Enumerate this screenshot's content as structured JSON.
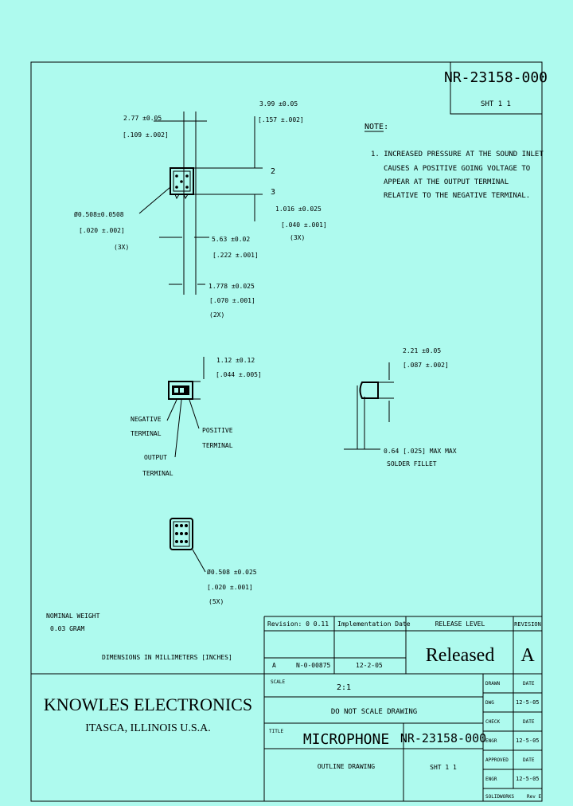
{
  "drawing_number": "NR-23158-000",
  "sheet": "SHT 1 1",
  "notes": {
    "heading": "NOTE:",
    "lines": [
      "1. INCREASED PRESSURE AT THE SOUND INLET",
      "CAUSES A POSITIVE GOING VOLTAGE TO",
      "APPEAR AT THE OUTPUT TERMINAL",
      "RELATIVE TO THE NEGATIVE TERMINAL."
    ]
  },
  "dimensions": {
    "width_top": [
      "2.77 ±0.05",
      "[.109 ±.002]"
    ],
    "height_top": [
      "3.99 ±0.05",
      "[.157 ±.002]"
    ],
    "hole": [
      "Ø0.508±0.0508",
      "[.020 ±.002]",
      "(3X)"
    ],
    "spacing_side": [
      "1.016 ±0.025",
      "[.040 ±.001]",
      "(3X)"
    ],
    "offset": [
      "5.63 ±0.02",
      "[.222 ±.001]"
    ],
    "pitch": [
      "1.778 ±0.025",
      "[.070 ±.001]",
      "(2X)"
    ],
    "terminal_height": [
      "1.12 ±0.12",
      "[.044 ±.005]"
    ],
    "side_height": [
      "2.21 ±0.05",
      "[.087 ±.002]"
    ],
    "solder": [
      "0.64 [.025] MAX MAX",
      "SOLDER FILLET"
    ],
    "bottom_hole": [
      "Ø0.508 ±0.025",
      "[.020 ±.001]",
      "(5X)"
    ],
    "nominal_weight": [
      "NOMINAL WEIGHT",
      "0.03 GRAM"
    ]
  },
  "terminals": {
    "negative": [
      "NEGATIVE",
      "TERMINAL"
    ],
    "positive": [
      "POSITIVE",
      "TERMINAL"
    ],
    "output": [
      "OUTPUT",
      "TERMINAL"
    ]
  },
  "dimension_units": "DIMENSIONS IN MILLIMETERS [INCHES]",
  "title_block": {
    "revision_label": "Revision: 0 0.11",
    "implementation_label": "Implementation Date",
    "release_level_label": "RELEASE LEVEL",
    "revision_col_label": "REVISION",
    "release_value": "Released",
    "revision_value": "A",
    "rev_row": [
      "A",
      "N-0-00875",
      "12-2-05"
    ],
    "company": "KNOWLES ELECTRONICS",
    "location": "ITASCA, ILLINOIS U.S.A.",
    "scale_label": "SCALE",
    "scale_value": "2:1",
    "do_not_scale": "DO NOT SCALE DRAWING",
    "title_label": "TITLE",
    "title": "MICROPHONE",
    "subtitle": "OUTLINE DRAWING",
    "drawing_number": "NR-23158-000",
    "sheet": "SHT 1 1",
    "signoffs": [
      {
        "role": "DRAWN",
        "date": "DATE"
      },
      {
        "role": "DWG",
        "date": "12-5-05"
      },
      {
        "role": "CHECK",
        "date": "DATE"
      },
      {
        "role": "ENGR",
        "date": "12-5-05"
      },
      {
        "role": "APPROVED",
        "date": "DATE"
      },
      {
        "role": "ENGR",
        "date": "12-5-05"
      }
    ],
    "footer_left": "SOLIDWORKS",
    "footer_right": "Rev E"
  }
}
